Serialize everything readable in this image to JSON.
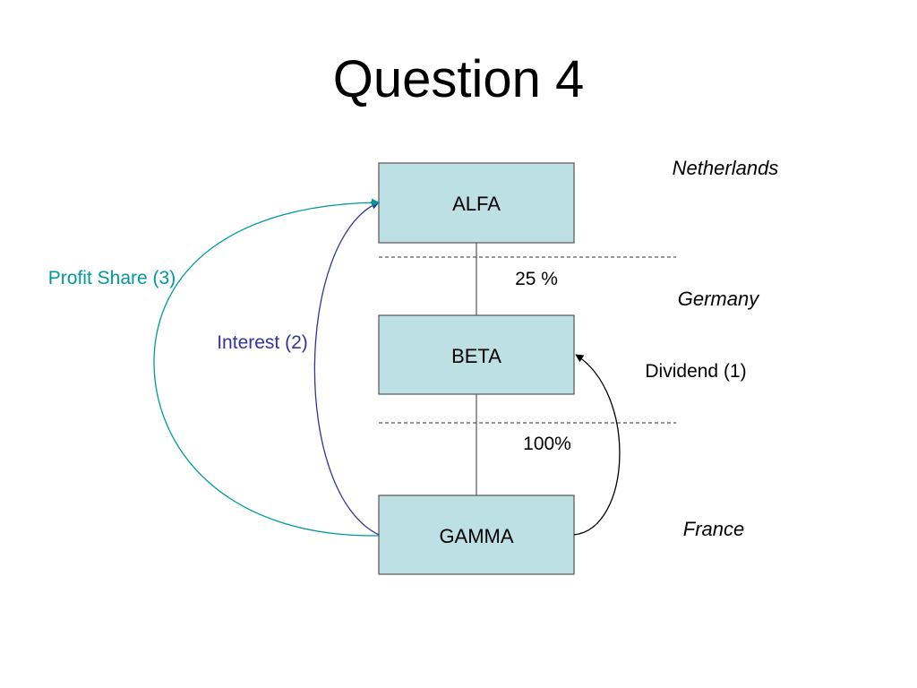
{
  "title": "Question 4",
  "entities": {
    "alfa": "ALFA",
    "beta": "BETA",
    "gamma": "GAMMA"
  },
  "countries": {
    "netherlands": "Netherlands",
    "germany": "Germany",
    "france": "France"
  },
  "ownership": {
    "alfa_beta": "25 %",
    "beta_gamma": "100%"
  },
  "flows": {
    "dividend": {
      "label": "Dividend (1)",
      "color": "#000000"
    },
    "interest": {
      "label": "Interest (2)",
      "color": "#333399"
    },
    "profit_share": {
      "label": "Profit Share (3)",
      "color": "#009999"
    }
  },
  "colors": {
    "box_fill": "#bde0e4",
    "box_stroke": "#555555",
    "divider": "#333333"
  }
}
